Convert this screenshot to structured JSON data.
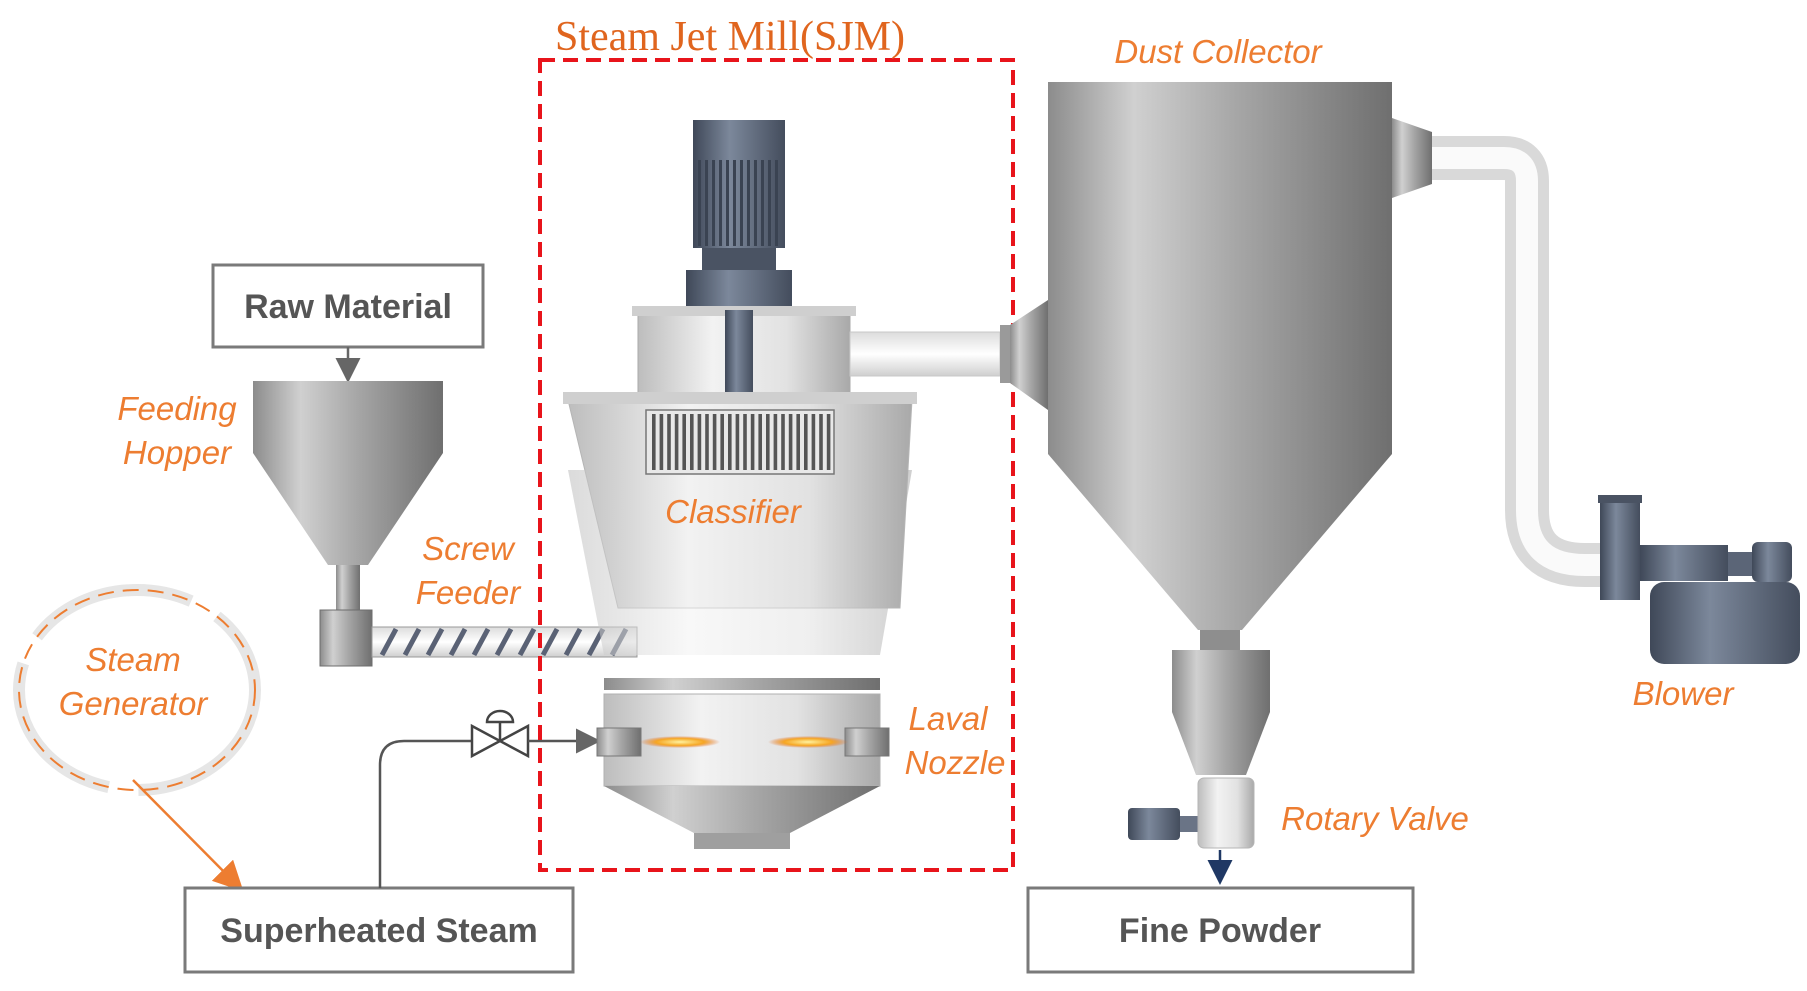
{
  "title": "Steam Jet Mill(SJM)",
  "boxes": {
    "raw_material": "Raw Material",
    "superheated_steam": "Superheated Steam",
    "fine_powder": "Fine Powder"
  },
  "labels": {
    "feeding_hopper": [
      "Feeding",
      "Hopper"
    ],
    "screw_feeder": [
      "Screw",
      "Feeder"
    ],
    "steam_generator": [
      "Steam",
      "Generator"
    ],
    "classifier": "Classifier",
    "laval_nozzle": [
      "Laval",
      "Nozzle"
    ],
    "dust_collector": "Dust Collector",
    "blower": "Blower",
    "rotary_valve": "Rotary Valve"
  },
  "colors": {
    "label_orange": "#ED7D31",
    "sjm_border_red": "#E8141B",
    "motor_blue_gray": "#5F6B7E",
    "steel_gray": "#9A9A9A"
  }
}
